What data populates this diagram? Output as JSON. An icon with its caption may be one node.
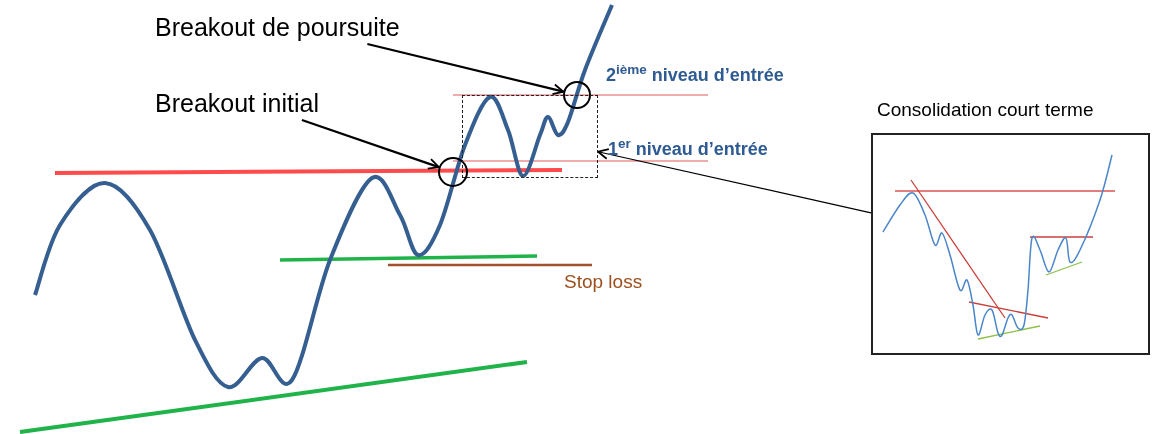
{
  "diagram": {
    "nodes": [
      {
        "text": [
          "Breakout de poursuite"
        ]
      },
      {
        "text": [
          "Breakout initial"
        ]
      },
      {
        "text": [],
        "shape": "circle"
      },
      {
        "text": [],
        "shape": "circle"
      },
      {
        "text": [],
        "shape": "box"
      },
      {
        "text": [
          "Consolidation court terme"
        ]
      }
    ],
    "edges": [
      {
        "from": 0,
        "to": 2,
        "arrow": "to"
      },
      {
        "from": 1,
        "to": 3,
        "arrow": "to"
      },
      {
        "from": 5,
        "to": 4,
        "arrow": "to"
      }
    ],
    "labels": [
      "2$^{ième}$ niveau d’entrée",
      "1$^{er}$ niveau d’entrée",
      "Stop loss"
    ]
  }
}
